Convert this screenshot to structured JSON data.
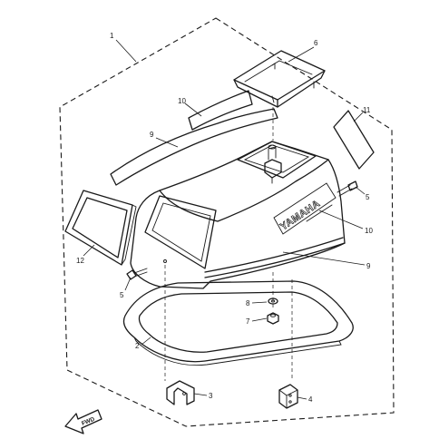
{
  "diagram": {
    "brand_decal_text": "YAMAHA",
    "fwd_text": "FWD",
    "callouts": {
      "c1": "1",
      "c2": "2",
      "c3": "3",
      "c4": "4",
      "c5a": "5",
      "c5b": "5",
      "c6": "6",
      "c7": "7",
      "c8": "8",
      "c9a": "9",
      "c9b": "9",
      "c10a": "10",
      "c10b": "10",
      "c11": "11",
      "c12": "12"
    }
  }
}
